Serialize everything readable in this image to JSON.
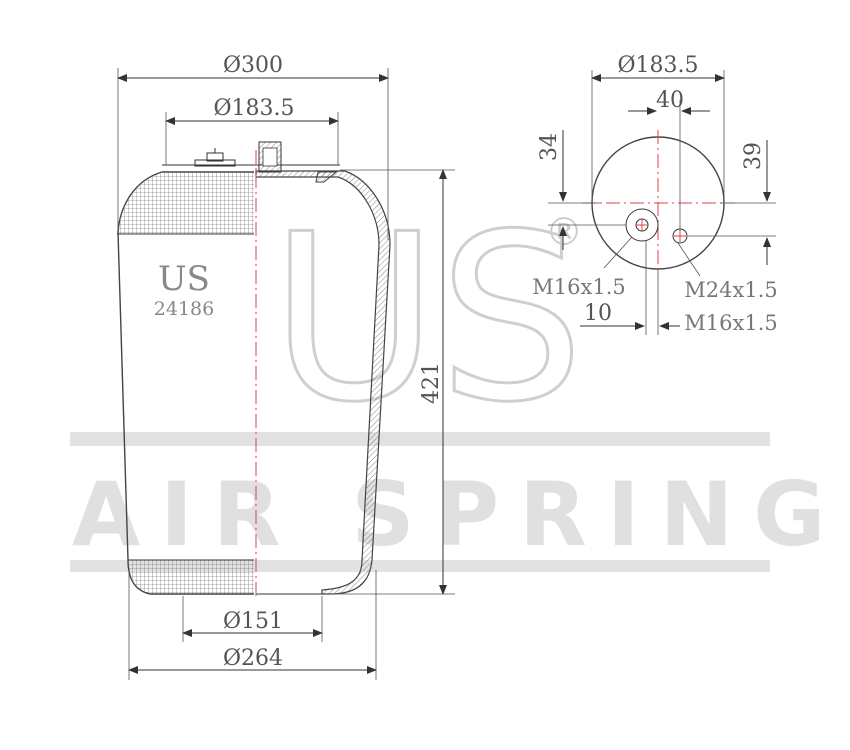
{
  "watermark": {
    "brand": "US",
    "registered_mark": "®",
    "tagline": "AIR SPRING"
  },
  "part": {
    "brand": "US",
    "number": "24186"
  },
  "side_view": {
    "top_diameter": "Ø300",
    "top_plate_diameter": "Ø183.5",
    "height": "421",
    "bottom_piston_diameter": "Ø151",
    "bottom_diameter": "Ø264"
  },
  "top_view": {
    "bolt_circle_diameter": "Ø183.5",
    "port_spacing": "40",
    "offset_left": "34",
    "offset_right": "39",
    "spacing_bottom": "10",
    "thread_left": "M16x1.5",
    "thread_right_top": "M24x1.5",
    "thread_right_bottom": "M16x1.5"
  },
  "colors": {
    "line": "#333333",
    "centerline": "#e0404a",
    "watermark": "#d9d9d9",
    "text": "#555555"
  }
}
